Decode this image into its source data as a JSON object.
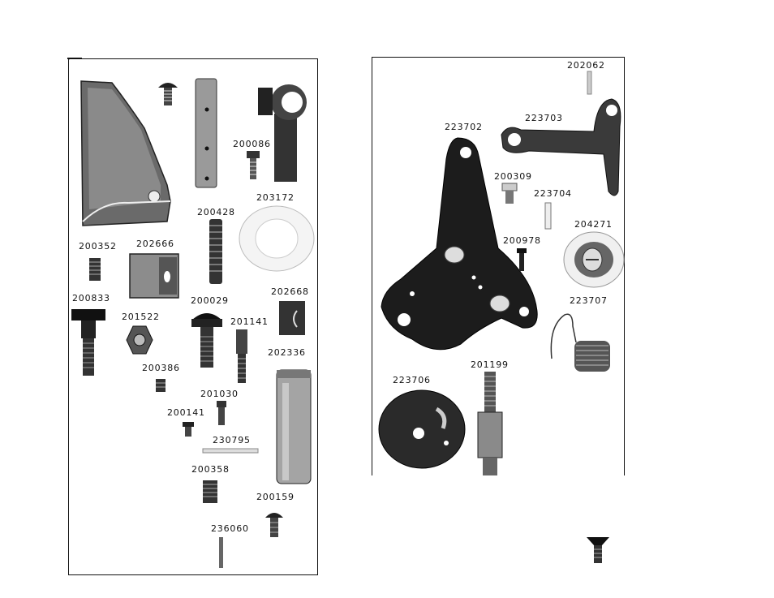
{
  "left_labels": {
    "l200086": "200086",
    "l203172": "203172",
    "l200428": "200428",
    "l200352": "200352",
    "l202666": "202666",
    "l202668": "202668",
    "l200833": "200833",
    "l200029": "200029",
    "l201522": "201522",
    "l201141": "201141",
    "l202336": "202336",
    "l200386": "200386",
    "l201030": "201030",
    "l200141": "200141",
    "l230795": "230795",
    "l200358": "200358",
    "l200159": "200159",
    "l236060": "236060"
  },
  "right_labels": {
    "r202062": "202062",
    "r223703": "223703",
    "r223702": "223702",
    "r200309": "200309",
    "r223704": "223704",
    "r204271": "204271",
    "r200978": "200978",
    "r223707": "223707",
    "r201199": "201199",
    "r223706": "223706"
  }
}
